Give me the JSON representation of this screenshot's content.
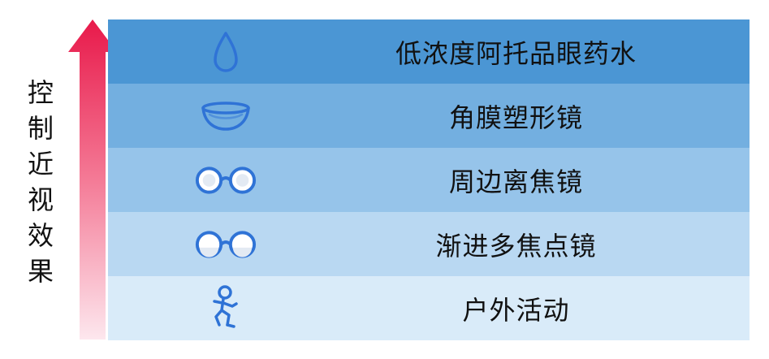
{
  "y_axis_label": [
    "控",
    "制",
    "近",
    "视",
    "效",
    "果"
  ],
  "tiers": [
    {
      "label": "低浓度阿托品眼药水",
      "icon": "eye-drop-icon",
      "color": "#4b96d4"
    },
    {
      "label": "角膜塑形镜",
      "icon": "contact-lens-icon",
      "color": "#73afe0"
    },
    {
      "label": "周边离焦镜",
      "icon": "glasses-icon",
      "color": "#96c4ea"
    },
    {
      "label": "渐进多焦点镜",
      "icon": "progressive-glasses-icon",
      "color": "#b9d8f2"
    },
    {
      "label": "户外活动",
      "icon": "running-person-icon",
      "color": "#d9ebf9"
    }
  ],
  "icon_color": "#2f73d6",
  "arrow_color_top": "#e8194a",
  "arrow_color_bottom": "#fde7ee"
}
